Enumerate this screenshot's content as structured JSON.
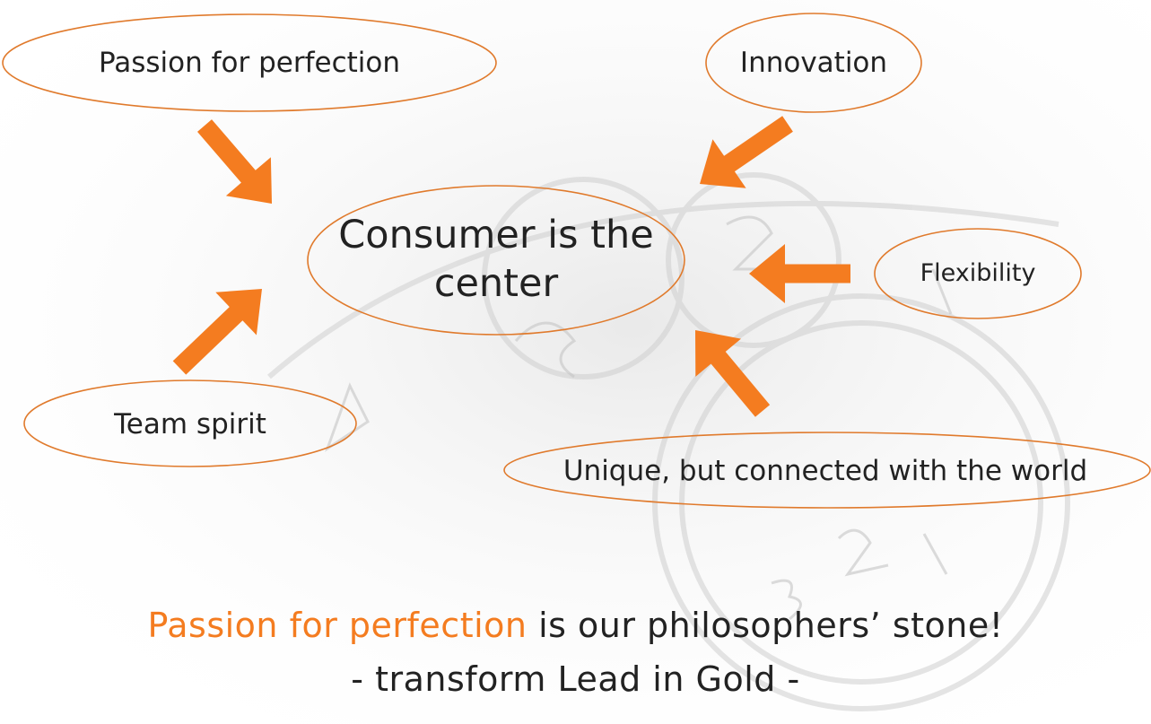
{
  "palette": {
    "accent": "#F47C20",
    "text": "#222222",
    "ellipse_stroke": "#E07A2C",
    "background": "#FFFFFF"
  },
  "diagram": {
    "center": {
      "label": "Consumer is the center"
    },
    "values": [
      {
        "id": "passion",
        "label": "Passion for perfection"
      },
      {
        "id": "innovation",
        "label": "Innovation"
      },
      {
        "id": "flexibility",
        "label": "Flexibility"
      },
      {
        "id": "team",
        "label": "Team spirit"
      },
      {
        "id": "unique",
        "label": "Unique, but connected with the world"
      }
    ]
  },
  "caption": {
    "highlight": "Passion for perfection",
    "line1_rest": " is our philosophers’ stone!",
    "line2": "- transform Lead in Gold -"
  }
}
